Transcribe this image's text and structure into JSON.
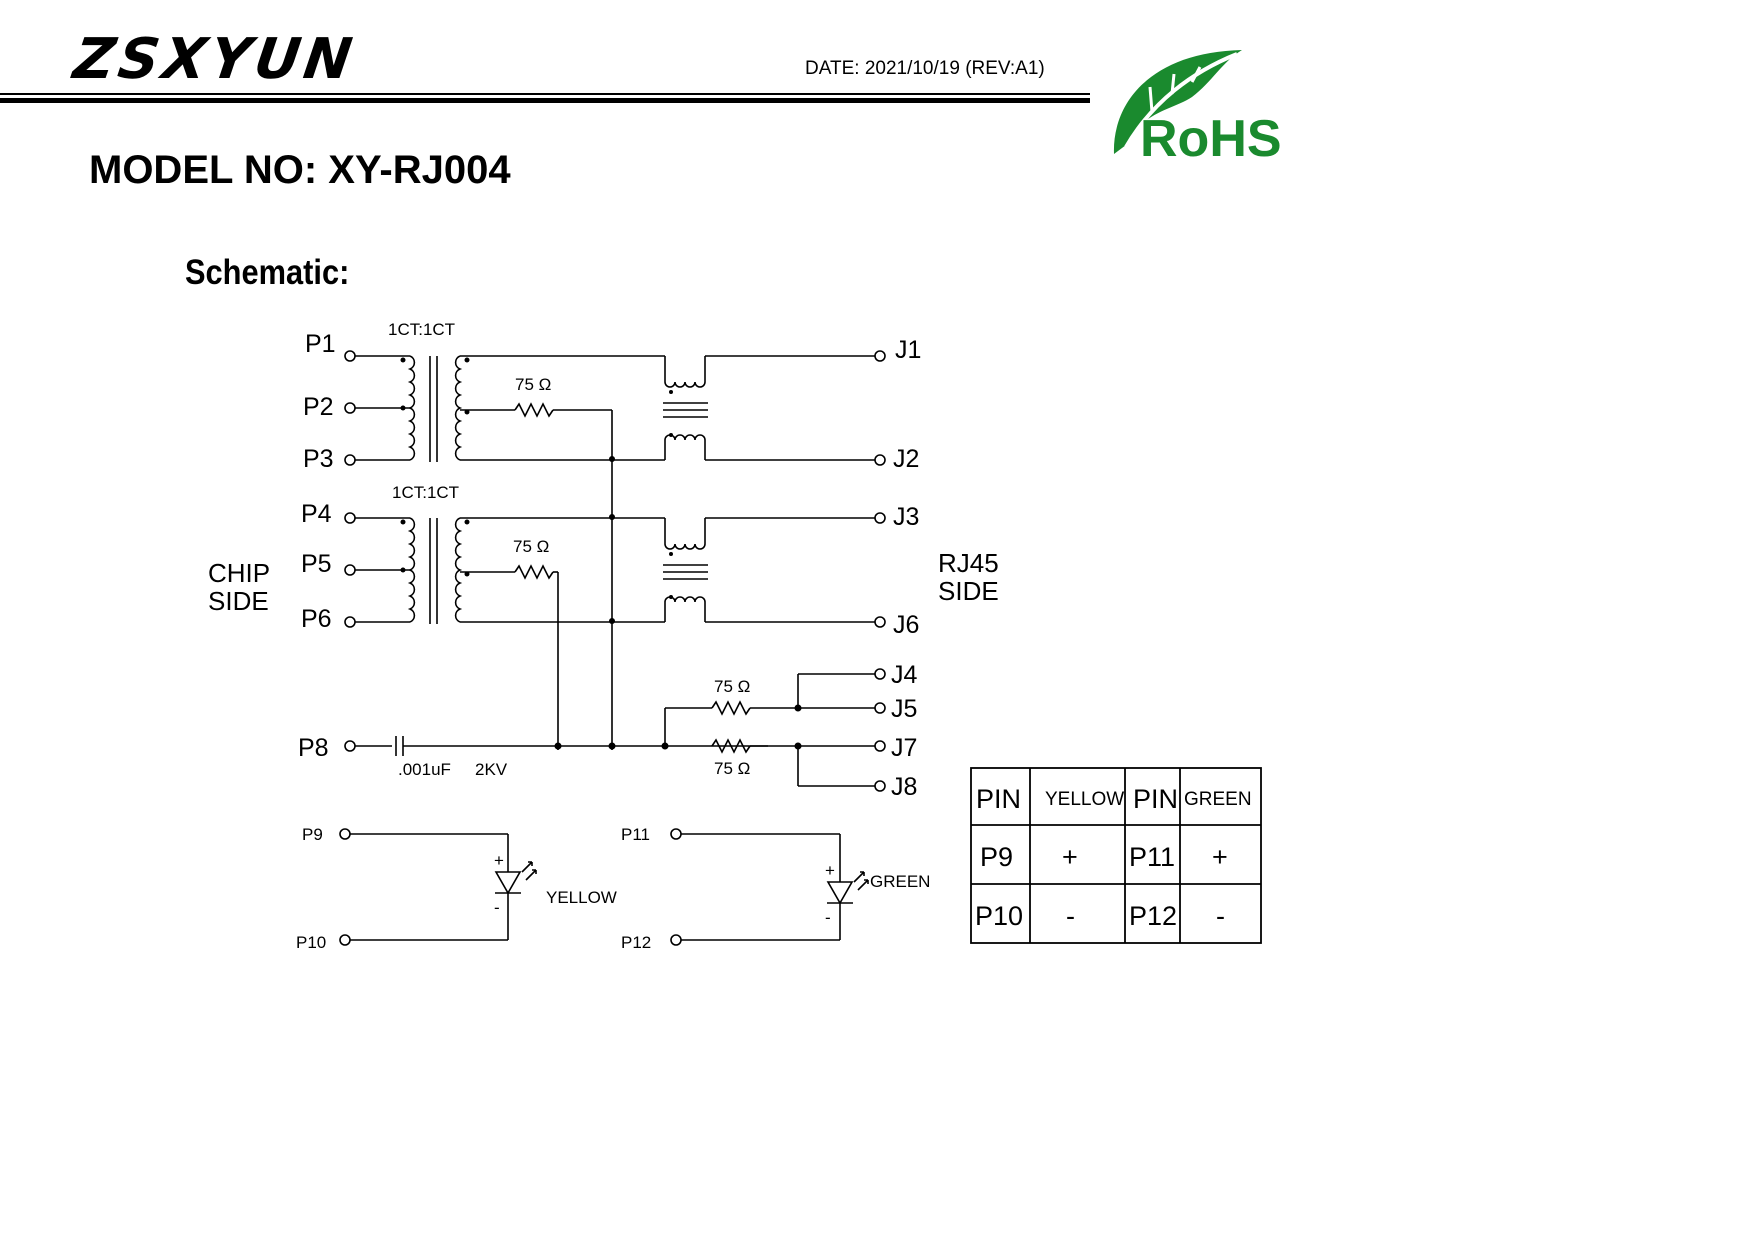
{
  "header": {
    "logo_text": "ZSXYUN",
    "date": "DATE: 2021/10/19 (REV:A1)",
    "rohs_text": "RoHS"
  },
  "model": {
    "title": "MODEL NO: XY-RJ004"
  },
  "schematic": {
    "title": "Schematic:",
    "chip_side": [
      "CHIP",
      "SIDE"
    ],
    "rj45_side": [
      "RJ45",
      "SIDE"
    ],
    "chip_pins": [
      "P1",
      "P2",
      "P3",
      "P4",
      "P5",
      "P6",
      "P8"
    ],
    "rj45_pins": [
      "J1",
      "J2",
      "J3",
      "J6",
      "J4",
      "J5",
      "J7",
      "J8"
    ],
    "transformer_ratio": [
      "1CT:1CT",
      "1CT:1CT"
    ],
    "resistor_label": "75 Ω",
    "capacitor_value": ".001uF",
    "capacitor_voltage": "2KV",
    "led_yellow": {
      "pins": [
        "P9",
        "P10"
      ],
      "label": "YELLOW"
    },
    "led_green": {
      "pins": [
        "P11",
        "P12"
      ],
      "label": "GREEN"
    },
    "polarity": [
      "+",
      "-"
    ]
  },
  "pin_table": {
    "headers": [
      "PIN",
      "YELLOW",
      "PIN",
      "GREEN"
    ],
    "rows": [
      [
        "P9",
        "+",
        "P11",
        "+"
      ],
      [
        "P10",
        "-",
        "P12",
        "-"
      ]
    ]
  },
  "colors": {
    "rohs_green": "#1a8a2e",
    "ink": "#000000"
  }
}
